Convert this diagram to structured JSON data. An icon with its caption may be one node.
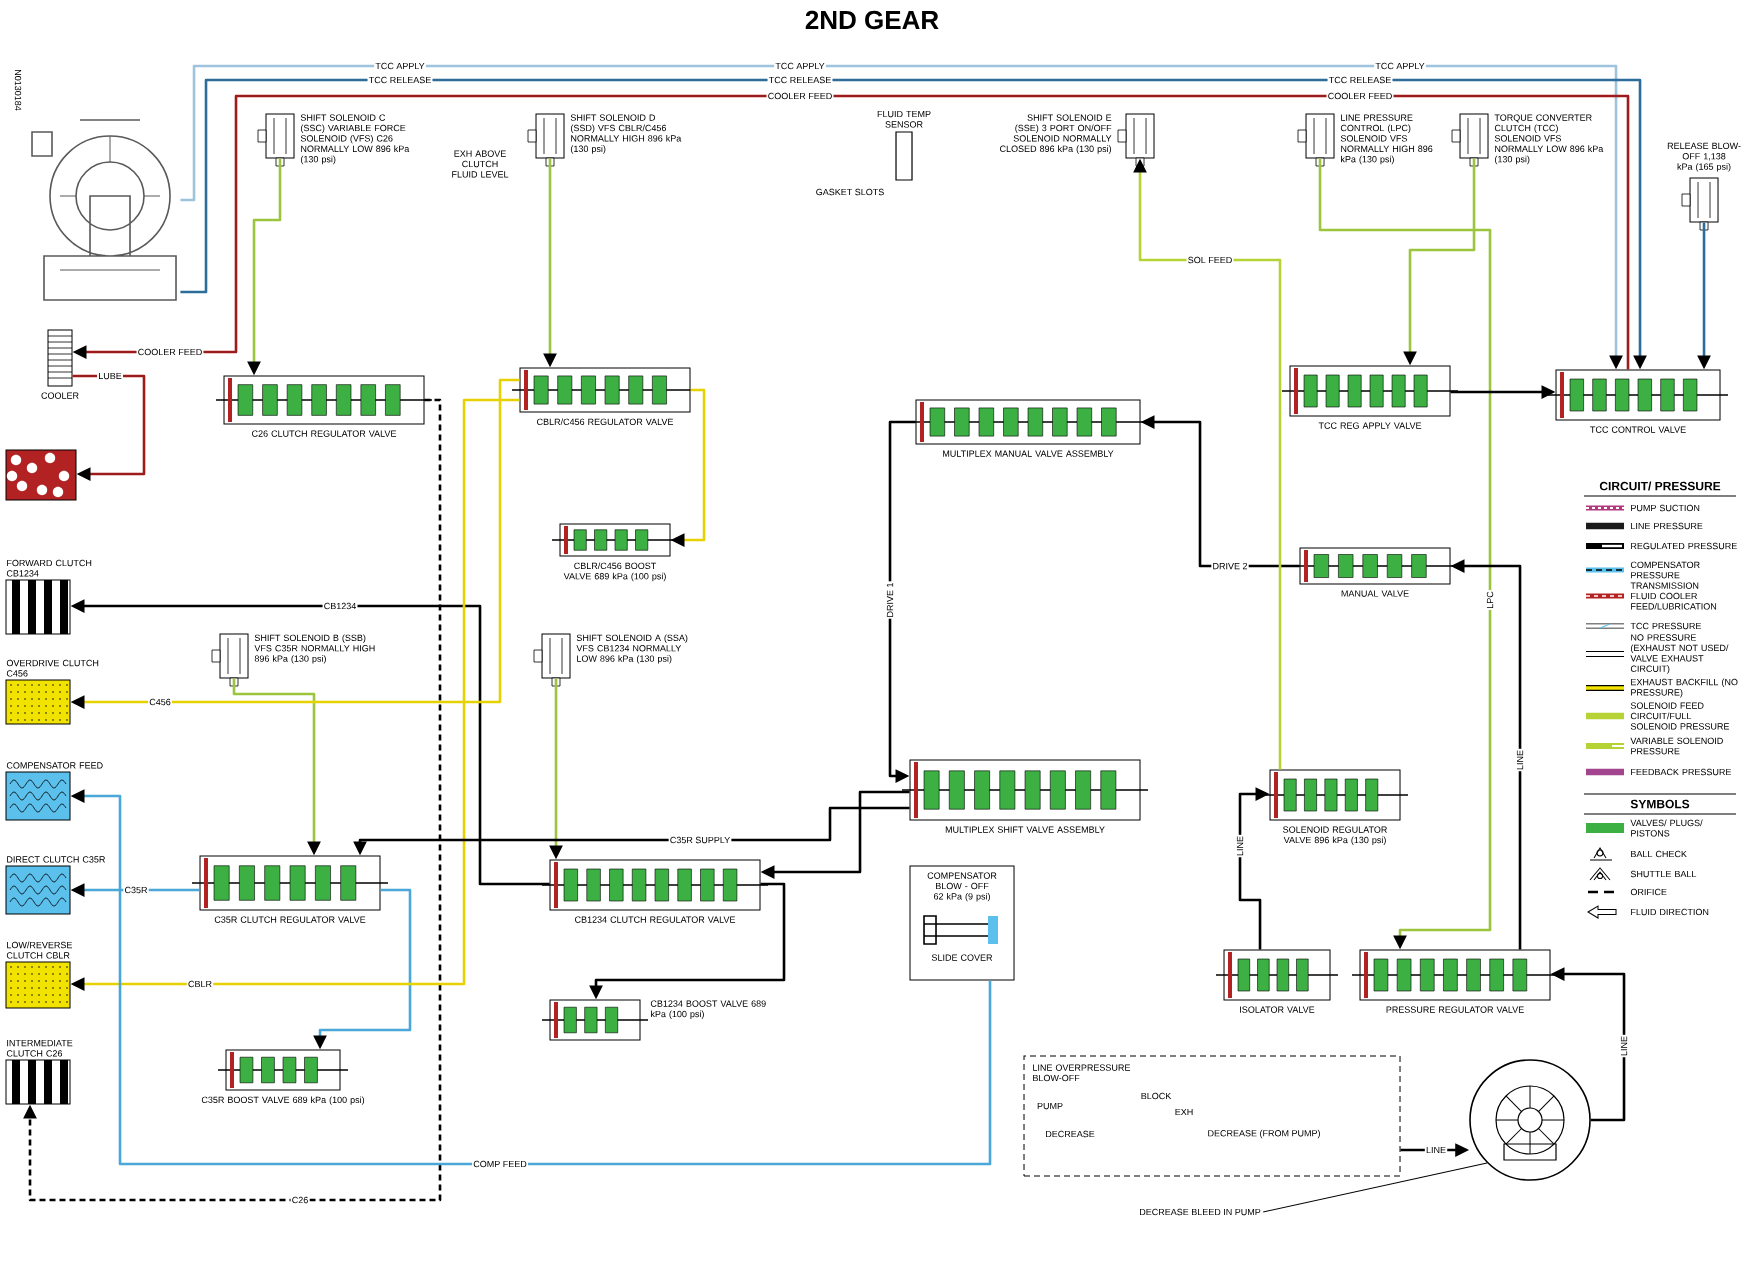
{
  "diagram": {
    "title": "2ND GEAR",
    "nodes": [
      {
        "text": [],
        "shape": "picture"
      },
      {
        "text": [
          "SHIFT SOLENOID C (SSC) VARIABLE FORCE SOLENOID (VFS) C26 NORMALLY LOW 896 kPa (130 psi)"
        ]
      },
      {
        "text": [
          "COOLER"
        ]
      },
      {
        "text": [],
        "shape": "box"
      },
      {
        "text": [
          "SHIFT SOLENOID D (SSD) VFS CBLR/C456 NORMALLY HIGH 896 kPa (130 psi)"
        ]
      },
      {
        "text": [
          "FLUID TEMP SENSOR"
        ]
      },
      {
        "text": [
          "SHIFT SOLENOID E (SSE) 3 PORT ON/OFF SOLENOID NORMALLY CLOSED 896 kPa (130 psi)"
        ]
      },
      {
        "text": [
          "LINE PRESSURE CONTROL (LPC) SOLENOID VFS NORMALLY HIGH 896 kPa (130 psi)"
        ]
      },
      {
        "text": [
          "TORQUE CONVERTER CLUTCH (TCC) SOLENOID VFS NORMALLY LOW 896 kPa (130 psi)"
        ]
      },
      {
        "text": [
          "RELEASE BLOW-OFF 1,138 kPa (165 psi)"
        ]
      },
      {
        "text": [
          "C26 CLUTCH REGULATOR VALVE"
        ]
      },
      {
        "text": [
          "CBLR/C456 REGULATOR VALVE"
        ]
      },
      {
        "text": [
          "MULTIPLEX MANUAL VALVE ASSEMBLY"
        ]
      },
      {
        "text": [
          "TCC REG APPLY VALVE"
        ]
      },
      {
        "text": [
          "TCC CONTROL VALVE"
        ]
      },
      {
        "text": [
          "CBLR/C456 BOOST VALVE 689 kPa (100 psi)"
        ]
      },
      {
        "text": [
          "MANUAL VALVE"
        ]
      },
      {
        "text": [
          "FORWARD CLUTCH CB1234"
        ]
      },
      {
        "text": [
          "SHIFT SOLENOID B (SSB) VFS C35R NORMALLY HIGH 896 kPa (130 psi)"
        ]
      },
      {
        "text": [
          "SHIFT SOLENOID A (SSA) VFS CB1234 NORMALLY LOW 896 kPa (130 psi)"
        ]
      },
      {
        "text": [
          "OVERDRIVE CLUTCH C456"
        ]
      },
      {
        "text": [
          "COMPENSATOR FEED"
        ]
      },
      {
        "text": [
          "DIRECT CLUTCH C35R"
        ]
      },
      {
        "text": [
          "MULTIPLEX SHIFT VALVE ASSEMBLY"
        ]
      },
      {
        "text": [
          "SOLENOID REGULATOR VALVE 896 kPa (130 psi)"
        ]
      },
      {
        "text": [
          "C35R CLUTCH REGULATOR VALVE"
        ]
      },
      {
        "text": [
          "CB1234 CLUTCH REGULATOR VALVE"
        ]
      },
      {
        "text": [
          "COMPENSATOR BLOW - OFF 62 kPa (9 psi)",
          "SLIDE COVER"
        ]
      },
      {
        "text": [
          "LOW/REVERSE CLUTCH CBLR"
        ]
      },
      {
        "text": [
          "CB1234 BOOST VALVE 689 kPa (100 psi)"
        ]
      },
      {
        "text": [
          "ISOLATOR VALVE"
        ]
      },
      {
        "text": [
          "PRESSURE REGULATOR VALVE"
        ]
      },
      {
        "text": [
          "C35R BOOST VALVE 689 kPa (100 psi)"
        ]
      },
      {
        "text": [
          "INTERMEDIATE CLUTCH C26"
        ]
      },
      {
        "text": [
          "LINE OVERPRESSURE BLOW-OFF"
        ]
      },
      {
        "text": [],
        "shape": "picture"
      },
      {
        "text": [
          "DECREASE BLEED IN PUMP"
        ]
      }
    ],
    "edges": [
      {
        "from": 0,
        "to": 14,
        "arrow": "to",
        "label": "TCC APPLY",
        "color": "#9ec3dc"
      },
      {
        "from": 0,
        "to": 14,
        "arrow": "to",
        "label": "TCC RELEASE",
        "color": "#2c6e99"
      },
      {
        "from": 14,
        "to": 2,
        "arrow": "to",
        "label": "COOLER FEED",
        "color": "#9e1b1b"
      },
      {
        "from": 2,
        "to": 3,
        "arrow": "to",
        "label": "LUBE",
        "color": "#9e1b1b"
      },
      {
        "from": 1,
        "to": 10,
        "arrow": "to",
        "color": "#9bc53d"
      },
      {
        "from": 4,
        "to": 11,
        "arrow": "to",
        "color": "#9bc53d"
      },
      {
        "from": 7,
        "to": 31,
        "arrow": "to",
        "label": "LPC",
        "color": "#9bc53d"
      },
      {
        "from": 8,
        "to": 13,
        "arrow": "to",
        "color": "#9bc53d"
      },
      {
        "from": 9,
        "to": 14,
        "arrow": "to",
        "color": "#2c6e99"
      },
      {
        "from": 10,
        "to": 33,
        "arrow": "to",
        "label": "C26",
        "style": "dashed"
      },
      {
        "from": 18,
        "to": 25,
        "arrow": "to",
        "color": "#9bc53d"
      },
      {
        "from": 19,
        "to": 26,
        "arrow": "to",
        "color": "#9bc53d"
      },
      {
        "from": 25,
        "to": 22,
        "arrow": "to",
        "label": "C35R",
        "color": "#4aa8d8"
      },
      {
        "from": 25,
        "to": 32,
        "arrow": "to",
        "color": "#4aa8d8"
      },
      {
        "from": 26,
        "to": 17,
        "arrow": "to",
        "label": "CB1234"
      },
      {
        "from": 26,
        "to": 29,
        "arrow": "to"
      },
      {
        "from": 11,
        "to": 20,
        "arrow": "to",
        "label": "C456",
        "color": "#e6d200"
      },
      {
        "from": 11,
        "to": 28,
        "arrow": "to",
        "label": "CBLR",
        "color": "#e6d200"
      },
      {
        "from": 27,
        "to": 21,
        "arrow": "to",
        "label": "COMP FEED",
        "color": "#4aa8d8"
      },
      {
        "from": 16,
        "to": 12,
        "arrow": "to",
        "label": "DRIVE 2"
      },
      {
        "from": 12,
        "to": 23,
        "arrow": "to",
        "label": "DRIVE 1"
      },
      {
        "from": 31,
        "to": 16,
        "arrow": "to",
        "label": "LINE"
      },
      {
        "from": 35,
        "to": 31,
        "arrow": "to",
        "label": "LINE"
      },
      {
        "from": 34,
        "to": 35,
        "arrow": "to",
        "label": "LINE"
      },
      {
        "from": 36,
        "to": 35,
        "arrow": "none"
      },
      {
        "from": 30,
        "to": 24,
        "arrow": "to",
        "label": "LINE"
      },
      {
        "from": 24,
        "to": 6,
        "arrow": "to",
        "label": "SOL FEED",
        "color": "#b5d334"
      },
      {
        "from": 13,
        "to": 14,
        "arrow": "to"
      },
      {
        "from": 23,
        "to": 26,
        "arrow": "to"
      },
      {
        "from": 23,
        "to": 25,
        "arrow": "to",
        "label": "C35R SUPPLY"
      },
      {
        "from": 11,
        "to": 15,
        "arrow": "to",
        "color": "#e6d200"
      }
    ],
    "labels": [
      "N0130184",
      "TCC APPLY",
      "TCC APPLY",
      "TCC RELEASE",
      "TCC RELEASE",
      "COOLER FEED",
      "COOLER FEED",
      "EXH ABOVE CLUTCH FLUID LEVEL",
      "GASKET SLOTS",
      "PUMP",
      "BLOCK",
      "EXH",
      "DECREASE",
      "DECREASE (FROM PUMP)",
      "CIRCUIT/ PRESSURE",
      "SYMBOLS"
    ],
    "legend": [
      {
        "text": "PUMP SUCTION"
      },
      {
        "text": "LINE PRESSURE",
        "color": "#1a1a1a"
      },
      {
        "text": "REGULATED PRESSURE"
      },
      {
        "text": "COMPENSATOR PRESSURE"
      },
      {
        "text": "TRANSMISSION FLUID COOLER FEED/LUBRICATION"
      },
      {
        "text": "TCC PRESSURE"
      },
      {
        "text": "NO PRESSURE (EXHAUST NOT USED/ VALVE EXHAUST CIRCUIT)"
      },
      {
        "text": "EXHAUST BACKFILL (NO PRESSURE)"
      },
      {
        "text": "SOLENOID FEED CIRCUIT/FULL SOLENOID PRESSURE",
        "color": "#b5d334"
      },
      {
        "text": "VARIABLE SOLENOID PRESSURE"
      },
      {
        "text": "FEEDBACK PRESSURE",
        "color": "#a3448e"
      },
      {
        "text": "VALVES/ PLUGS/ PISTONS",
        "color": "#3cb043"
      },
      {
        "text": "BALL CHECK"
      },
      {
        "text": "SHUTTLE BALL"
      },
      {
        "text": "ORIFICE"
      },
      {
        "text": "FLUID DIRECTION"
      }
    ]
  }
}
